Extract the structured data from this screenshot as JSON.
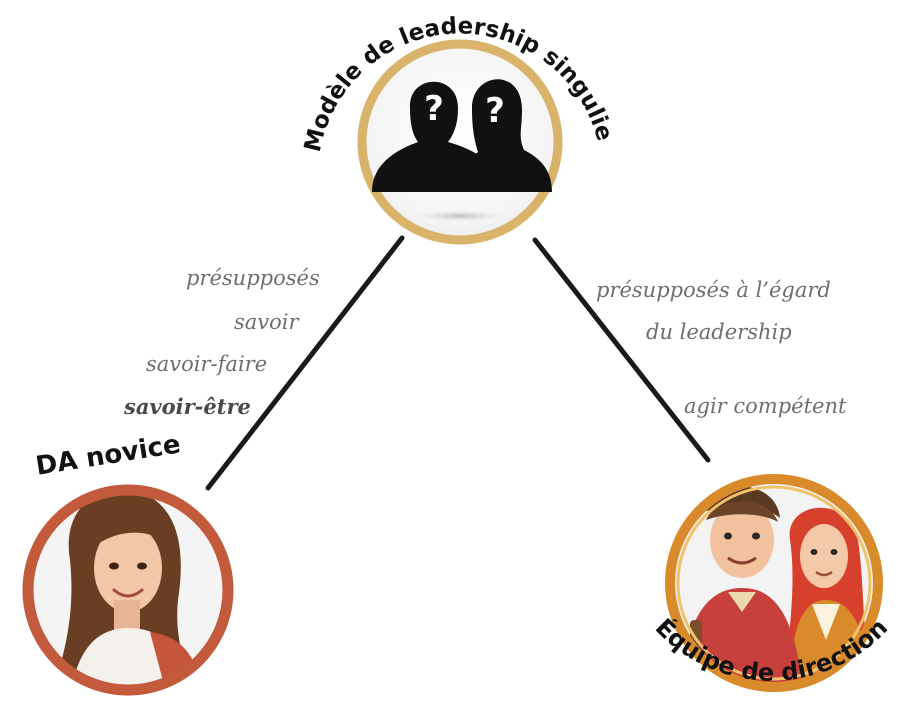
{
  "nodes": {
    "model": {
      "title": "Modèle de leadership singulier",
      "border_color": "#d9b36a",
      "icon": "anonymous-people-icon",
      "question_mark": "?"
    },
    "novice": {
      "title": "DA novice",
      "border_color": "#c45a3c",
      "icon": "novice-woman-avatar"
    },
    "team": {
      "title": "Équipe de direction",
      "border_color": "#d98a2b",
      "icon": "team-avatar"
    }
  },
  "left_edge_labels": [
    "présupposés",
    "savoir",
    "savoir-faire",
    "savoir-être"
  ],
  "right_edge_labels": [
    "présupposés à l’égard",
    "du leadership",
    "agir compétent"
  ],
  "colors": {
    "connector": "#1a1a1a",
    "label_text": "#6e6e6e"
  }
}
